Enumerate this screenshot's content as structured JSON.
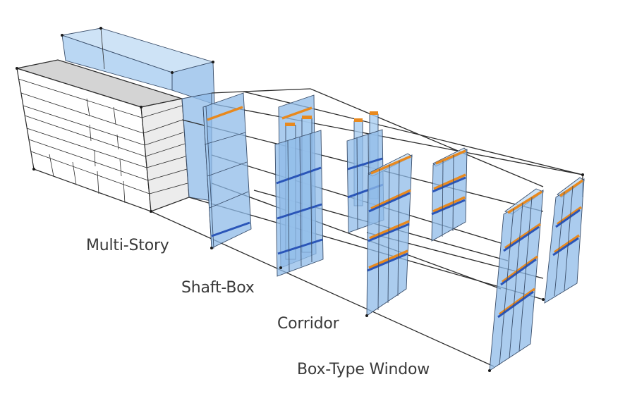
{
  "title": "Double-skin facade typologies",
  "labels": {
    "multi_story": "Multi-Story",
    "shaft_box": "Shaft-Box",
    "corridor": "Corridor",
    "box_type_window": "Box-Type Window"
  },
  "colors": {
    "glass": "#8fbbe8",
    "glass_light": "#c6def5",
    "floor_slab_accent": "#e8891e",
    "floor_slab_dark": "#2a55b8",
    "building_top": "#d4d4d4",
    "building_face": "#ffffff",
    "edge_line": "#2b2b2b",
    "label_text": "#3a3a3a"
  }
}
